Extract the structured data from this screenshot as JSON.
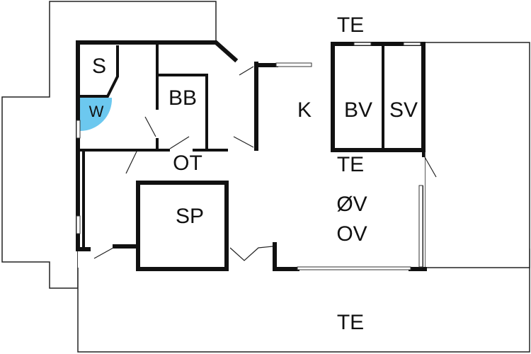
{
  "rooms": {
    "s": "S",
    "w": "W",
    "bb": "BB",
    "ot": "OT",
    "k": "K",
    "bv": "BV",
    "sv": "SV",
    "te_top": "TE",
    "te_mid": "TE",
    "te_bottom": "TE",
    "sp": "SP",
    "ov_a": "ØV",
    "ov_b": "OV"
  },
  "colors": {
    "wc_highlight": "#6cc8ef",
    "wall": "#111111"
  }
}
